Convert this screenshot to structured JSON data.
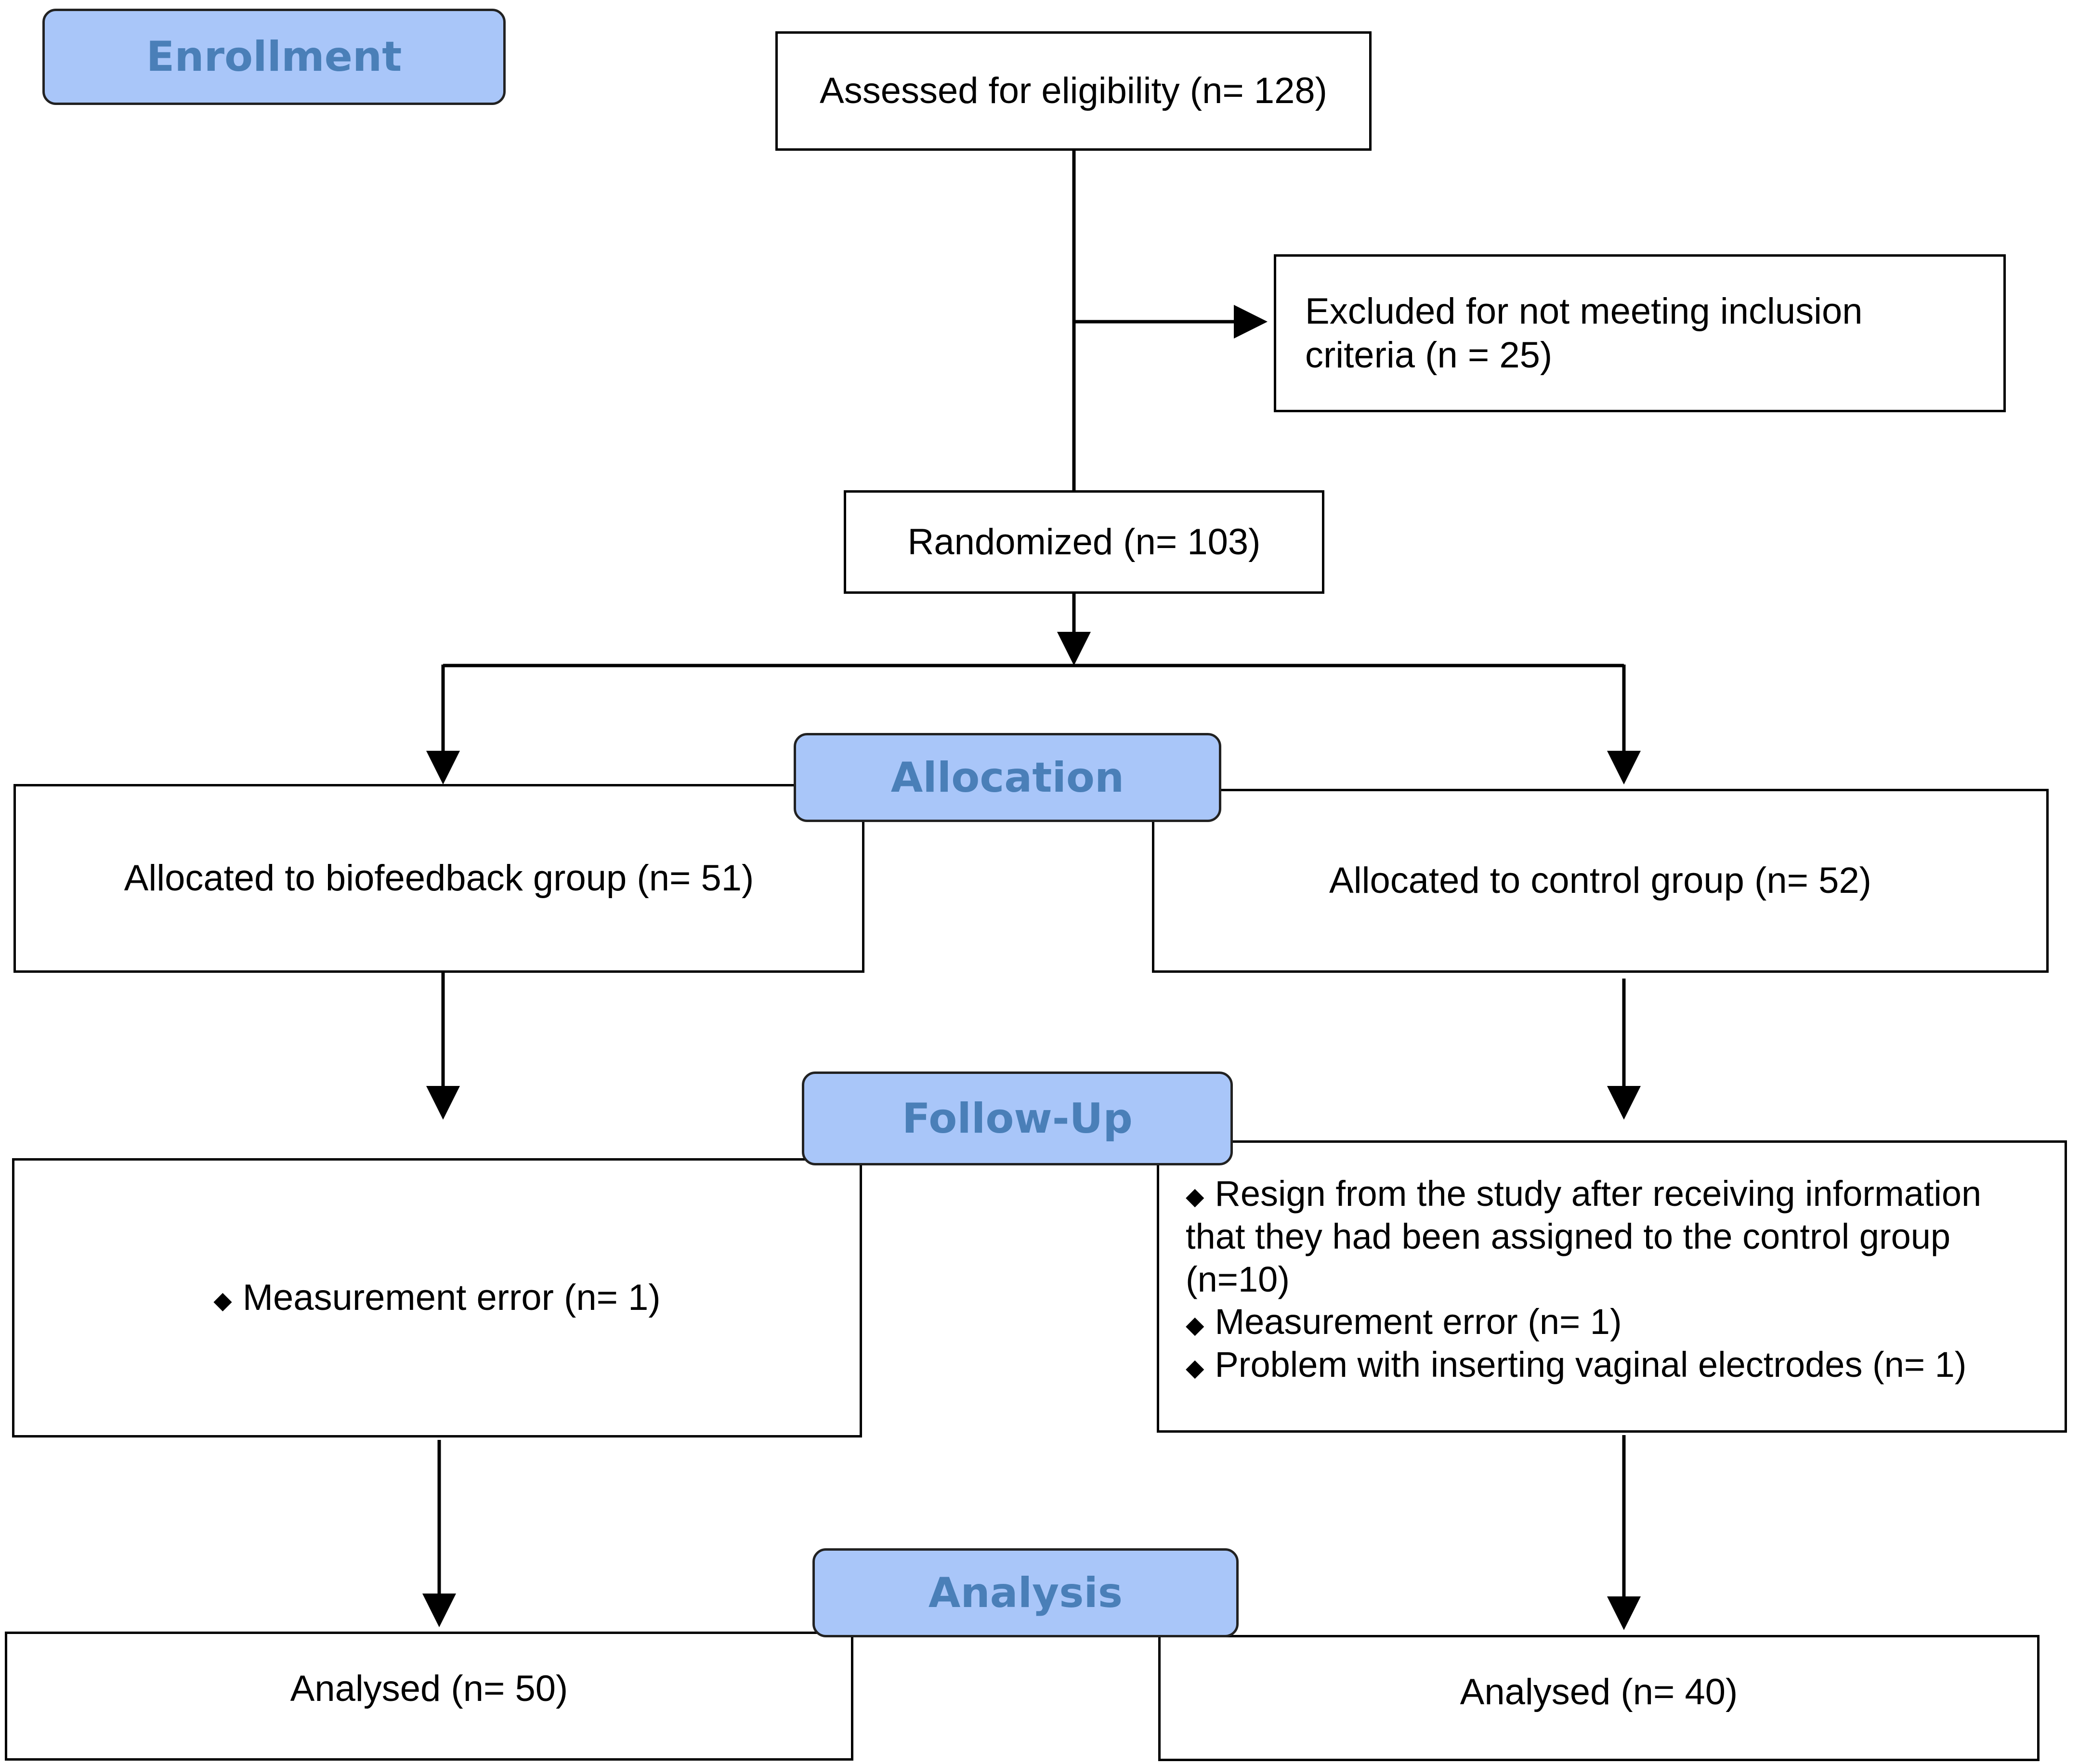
{
  "stages": {
    "enrollment": "Enrollment",
    "allocation": "Allocation",
    "follow_up": "Follow-Up",
    "analysis": "Analysis"
  },
  "boxes": {
    "assessed": "Assessed for eligibility (n= 128)",
    "excluded_line1": "Excluded for not meeting inclusion",
    "excluded_line2": "criteria (n = 25)",
    "randomized": "Randomized (n= 103)",
    "allocated_biofeedback": "Allocated to biofeedback group (n= 51)",
    "allocated_control": "Allocated to control group (n= 52)",
    "followup_biofeedback": [
      "Measurement error  (n= 1)"
    ],
    "followup_control": [
      "Resign from the study after receiving information that they had been assigned to the control group (n=10)",
      "Measurement error (n= 1)",
      "Problem with inserting vaginal electrodes (n= 1)"
    ],
    "analysed_biofeedback": "Analysed  (n= 50)",
    "analysed_control": "Analysed  (n= 40)"
  },
  "icons": {
    "bullet": "diamond-bullet-icon",
    "arrow": "arrow-head-icon"
  },
  "colors": {
    "stage_fill": "#a9c6f9",
    "stage_text": "#4a7fb8",
    "line": "#000000"
  }
}
